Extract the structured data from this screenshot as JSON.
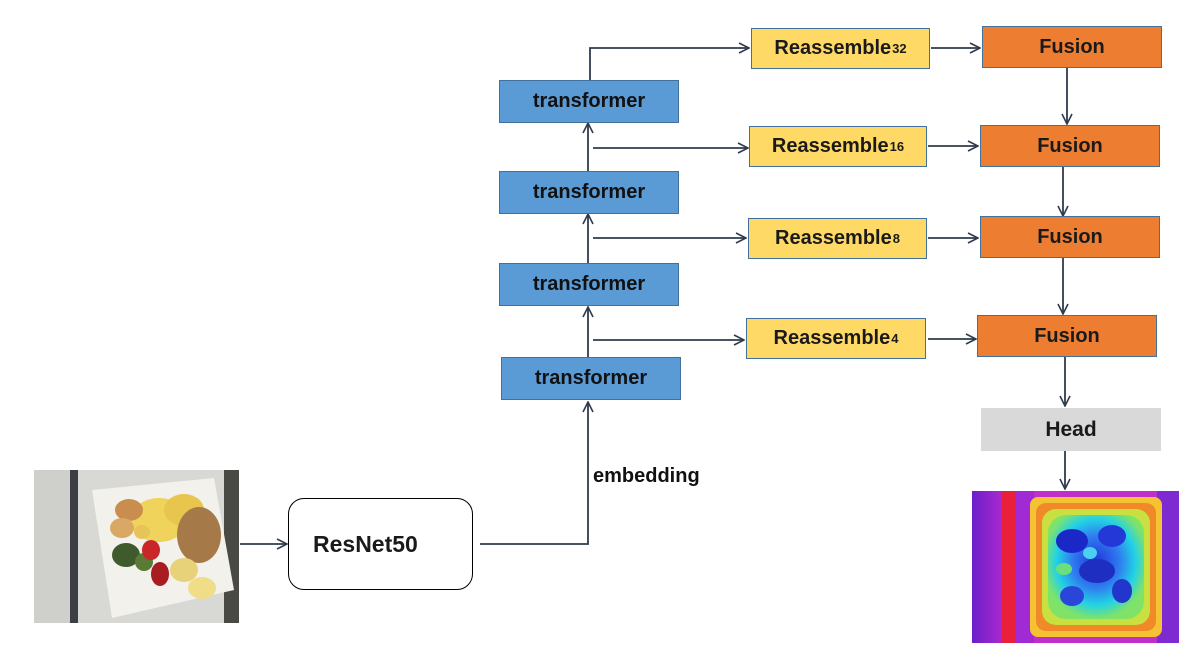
{
  "backbone": {
    "label": "ResNet50"
  },
  "embedding_label": "embedding",
  "transformers": [
    {
      "label": "transformer"
    },
    {
      "label": "transformer"
    },
    {
      "label": "transformer"
    },
    {
      "label": "transformer"
    }
  ],
  "reassemble": [
    {
      "label": "Reassemble",
      "scale": "32"
    },
    {
      "label": "Reassemble",
      "scale": "16"
    },
    {
      "label": "Reassemble",
      "scale": "8"
    },
    {
      "label": "Reassemble",
      "scale": "4"
    }
  ],
  "fusion": [
    {
      "label": "Fusion"
    },
    {
      "label": "Fusion"
    },
    {
      "label": "Fusion"
    },
    {
      "label": "Fusion"
    }
  ],
  "head": {
    "label": "Head"
  },
  "colors": {
    "transformer": "#5b9bd5",
    "reassemble": "#ffd966",
    "fusion": "#ed7d31",
    "head": "#d9d9d9",
    "arrow": "#2f3b4c"
  },
  "images": {
    "input": "food-plate-photo",
    "output": "depth-map-heatmap"
  }
}
